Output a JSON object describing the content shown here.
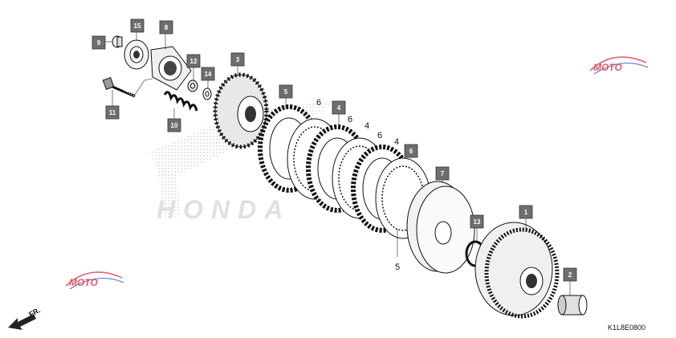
{
  "diagram": {
    "callouts": [
      {
        "id": "c15",
        "label": "15"
      },
      {
        "id": "c8",
        "label": "8"
      },
      {
        "id": "c9",
        "label": "9"
      },
      {
        "id": "c12",
        "label": "12"
      },
      {
        "id": "c14",
        "label": "14"
      },
      {
        "id": "c3",
        "label": "3"
      },
      {
        "id": "c11",
        "label": "11"
      },
      {
        "id": "c10",
        "label": "10"
      },
      {
        "id": "c5",
        "label": "5"
      },
      {
        "id": "c4a",
        "label": "4"
      },
      {
        "id": "c6",
        "label": "6"
      },
      {
        "id": "c7",
        "label": "7"
      },
      {
        "id": "c13",
        "label": "13"
      },
      {
        "id": "c1",
        "label": "1"
      },
      {
        "id": "c2",
        "label": "2"
      }
    ],
    "plain_labels": [
      {
        "id": "p6a",
        "label": "6"
      },
      {
        "id": "p6b",
        "label": "6"
      },
      {
        "id": "p4b",
        "label": "4"
      },
      {
        "id": "p6c",
        "label": "6"
      },
      {
        "id": "p4c",
        "label": "4"
      },
      {
        "id": "p5b",
        "label": "5"
      }
    ],
    "watermark_text": "HONDA",
    "diagram_code": "K1L8E0800",
    "direction_label": "FR.",
    "logo_text": "MOTO",
    "colors": {
      "callout_fill": "#6e6e6e",
      "watermark": "#d4d4d4",
      "logo_red": "#e05a6a",
      "logo_blue": "#5a7bd6"
    }
  }
}
